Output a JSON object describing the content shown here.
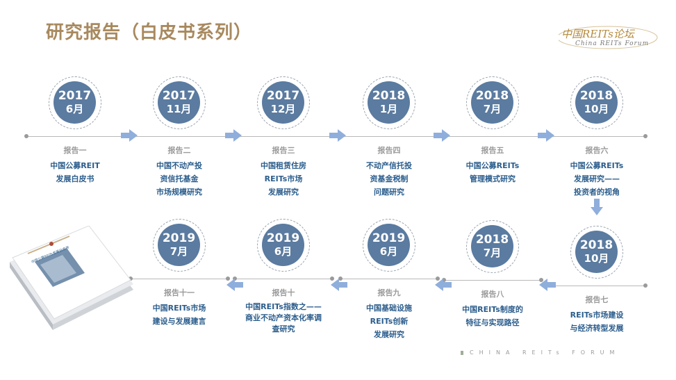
{
  "title": "研究报告（白皮书系列）",
  "logo": {
    "main": "中国REITs论坛",
    "sub": "China REITs Forum"
  },
  "footer": "CHINA REITs FORUM",
  "colors": {
    "accent": "#a8895e",
    "circle": "#5b7ba0",
    "text": "#2b5d8c",
    "arrow": "#8faedc"
  },
  "book": {
    "cover_title": "中国公募REITs发展白皮书"
  },
  "reports": [
    {
      "year": "2017",
      "month": "6月",
      "label": "报告一",
      "lines": [
        "中国公募REIT",
        "发展白皮书"
      ]
    },
    {
      "year": "2017",
      "month": "11月",
      "label": "报告二",
      "lines": [
        "中国不动产投",
        "资信托基金",
        "市场规模研究"
      ]
    },
    {
      "year": "2017",
      "month": "12月",
      "label": "报告三",
      "lines": [
        "中国租赁住房",
        "REITs市场",
        "发展研究"
      ]
    },
    {
      "year": "2018",
      "month": "1月",
      "label": "报告四",
      "lines": [
        "不动产信托投",
        "资基金税制",
        "问题研究"
      ]
    },
    {
      "year": "2018",
      "month": "7月",
      "label": "报告五",
      "lines": [
        "中国公募REITs",
        "管理模式研究"
      ]
    },
    {
      "year": "2018",
      "month": "10月",
      "label": "报告六",
      "lines": [
        "中国公募REITs",
        "发展研究——",
        "投资者的视角"
      ]
    },
    {
      "year": "2018",
      "month": "10月",
      "label": "报告七",
      "lines": [
        "REITs市场建设",
        "与经济转型发展"
      ]
    },
    {
      "year": "2018",
      "month": "7月",
      "label": "报告八",
      "lines": [
        "中国REITs制度的",
        "特征与实现路径"
      ]
    },
    {
      "year": "2019",
      "month": "6月",
      "label": "报告九",
      "lines": [
        "中国基础设施",
        "REITs创新",
        "发展研究"
      ]
    },
    {
      "year": "2019",
      "month": "6月",
      "label": "报告十",
      "lines": [
        "中国REITs指数之——",
        "商业不动产资本化率调",
        "查研究"
      ]
    },
    {
      "year": "2019",
      "month": "7月",
      "label": "报告十一",
      "lines": [
        "中国REITs市场",
        "建设与发展建言"
      ]
    }
  ]
}
